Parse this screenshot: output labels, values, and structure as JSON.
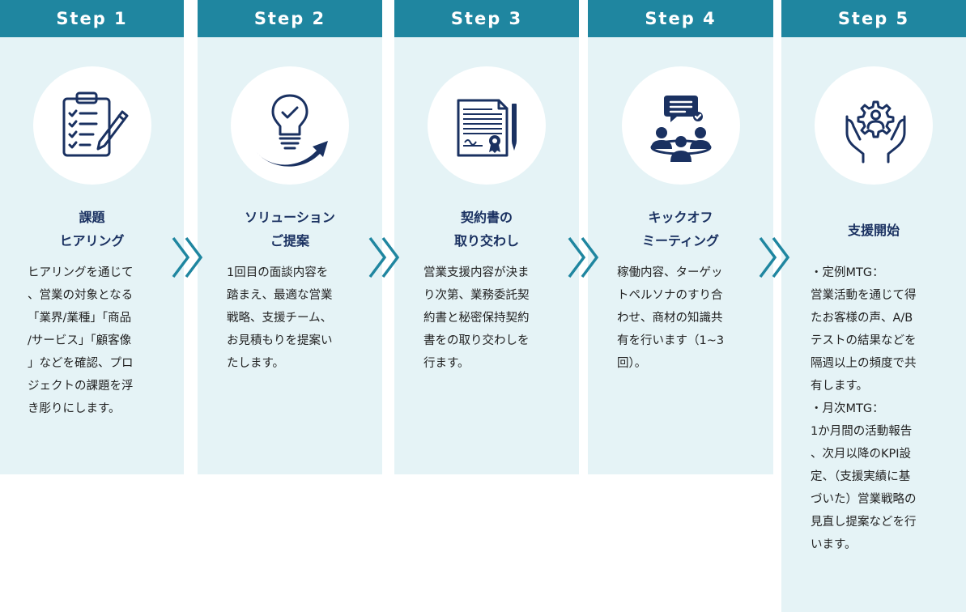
{
  "colors": {
    "header": "#1f86a0",
    "panel": "#e5f3f6",
    "icon": "#1a3161",
    "arrow": "#1f86a0"
  },
  "steps": [
    {
      "label": "Step 1",
      "icon": "clipboard-checklist-pen-icon",
      "title": [
        "課題",
        "ヒアリング"
      ],
      "body": [
        "ヒアリングを通じて",
        "、営業の対象となる",
        "「業界/業種」「商品",
        "/サービス」「顧客像",
        "」などを確認、プロ",
        "ジェクトの課題を浮",
        "き彫りにします。"
      ]
    },
    {
      "label": "Step 2",
      "icon": "lightbulb-check-arrow-icon",
      "title": [
        "ソリューション",
        "ご提案"
      ],
      "body": [
        "1回目の面談内容を",
        "踏まえ、最適な営業",
        "戦略、支援チーム、",
        "お見積もりを提案い",
        "たします。"
      ]
    },
    {
      "label": "Step 3",
      "icon": "contract-document-pen-icon",
      "title": [
        "契約書の",
        "取り交わし"
      ],
      "body": [
        "営業支援内容が決ま",
        "り次第、業務委託契",
        "約書と秘密保持契約",
        "書をの取り交わしを",
        "行ます。"
      ]
    },
    {
      "label": "Step 4",
      "icon": "team-meeting-chat-icon",
      "title": [
        "キックオフ",
        "ミーティング"
      ],
      "body": [
        "稼働内容、ターゲッ",
        "トペルソナのすり合",
        "わせ、商材の知識共",
        "有を行います（1~3",
        "回）。"
      ]
    },
    {
      "label": "Step 5",
      "icon": "hands-gear-person-icon",
      "title": [
        "支援開始"
      ],
      "body": [
        " ・定例MTG：",
        "営業活動を通じて得",
        "たお客様の声、A/B",
        "テストの結果などを",
        "隔週以上の頻度で共",
        "有します。",
        " ・月次MTG：",
        "1か月間の活動報告",
        "、次月以降のKPI設",
        "定、（支援実績に基",
        "づいた）営業戦略の",
        "見直し提案などを行",
        "います。"
      ]
    }
  ]
}
